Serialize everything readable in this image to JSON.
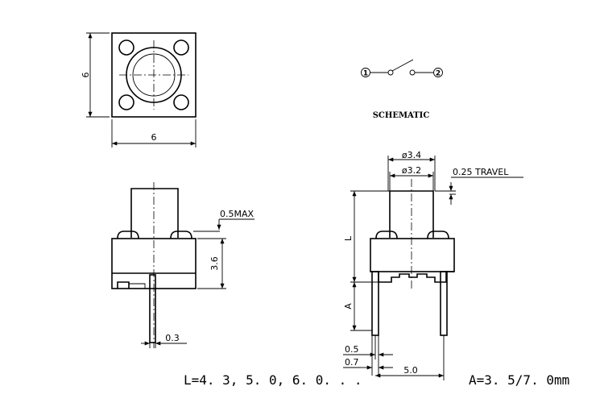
{
  "top_view": {
    "dim_width": "6",
    "dim_height": "6"
  },
  "schematic": {
    "title": "SCHEMATIC",
    "pin1": "1",
    "pin2": "2"
  },
  "side_view": {
    "dim_max": "0.5MAX",
    "dim_body_height": "3.6",
    "dim_pin": "0.3"
  },
  "front_view": {
    "dim_dia_outer": "ø3.4",
    "dim_dia_inner": "ø3.2",
    "dim_travel": "0.25 TRAVEL",
    "dim_L": "L",
    "dim_A": "A",
    "dim_05": "0.5",
    "dim_07": "0.7",
    "dim_pitch": "5.0"
  },
  "notes": {
    "l_values": "L=4. 3, 5. 0, 6. 0. . .",
    "a_values": "A=3. 5/7. 0mm"
  }
}
